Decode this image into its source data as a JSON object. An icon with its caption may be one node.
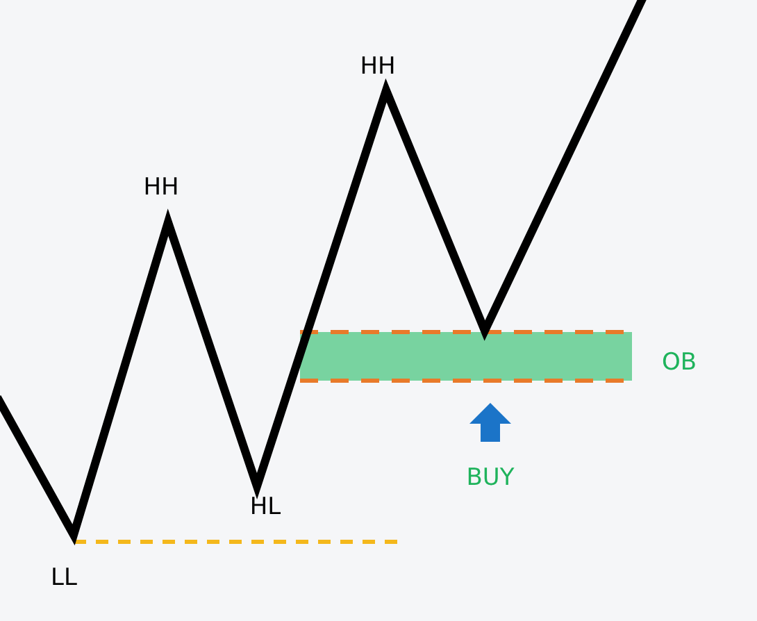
{
  "diagram": {
    "labels": [
      "HH",
      "HH",
      "OB",
      "BUY",
      "HL",
      "LL"
    ]
  }
}
